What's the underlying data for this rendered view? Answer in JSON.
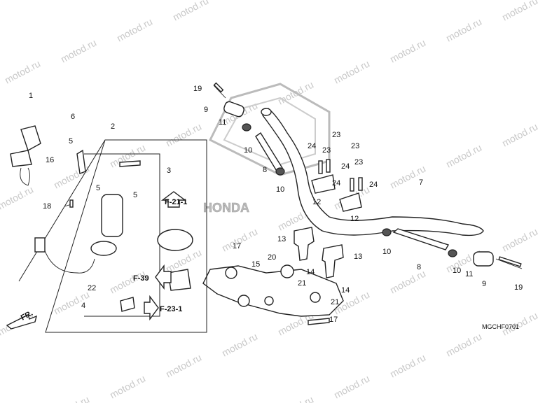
{
  "diagram": {
    "code": "MGCHF0701",
    "watermark": "motod.ru",
    "brand": "HONDA",
    "front": "FR.",
    "refs": [
      {
        "id": "ref-f21-1",
        "label": "F-21-1"
      },
      {
        "id": "ref-f39",
        "label": "F-39"
      },
      {
        "id": "ref-f23-1",
        "label": "F-23-1"
      }
    ],
    "callouts": [
      "1",
      "2",
      "3",
      "4",
      "5",
      "5",
      "6",
      "5",
      "7",
      "8",
      "8",
      "9",
      "9",
      "10",
      "10",
      "10",
      "10",
      "11",
      "11",
      "12",
      "12",
      "13",
      "13",
      "14",
      "14",
      "15",
      "16",
      "17",
      "17",
      "18",
      "19",
      "19",
      "20",
      "21",
      "21",
      "22",
      "23",
      "23",
      "23",
      "23",
      "24",
      "24",
      "24",
      "24"
    ]
  }
}
